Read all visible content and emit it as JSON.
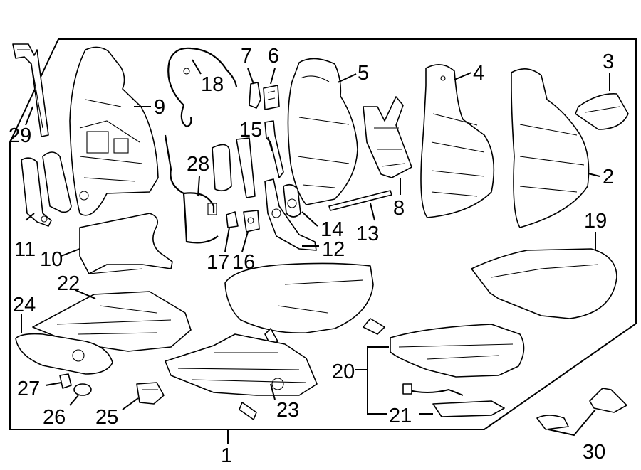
{
  "diagram": {
    "callouts": {
      "c1": "1",
      "c2": "2",
      "c3": "3",
      "c4": "4",
      "c5": "5",
      "c6": "6",
      "c7": "7",
      "c8": "8",
      "c9": "9",
      "c10": "10",
      "c11": "11",
      "c12": "12",
      "c13": "13",
      "c14": "14",
      "c15": "15",
      "c16": "16",
      "c17": "17",
      "c18": "18",
      "c19": "19",
      "c20": "20",
      "c21": "21",
      "c22": "22",
      "c23": "23",
      "c24": "24",
      "c25": "25",
      "c26": "26",
      "c27": "27",
      "c28": "28",
      "c29": "29",
      "c30": "30"
    },
    "colors": {
      "line": "#000000",
      "background": "#ffffff"
    }
  }
}
